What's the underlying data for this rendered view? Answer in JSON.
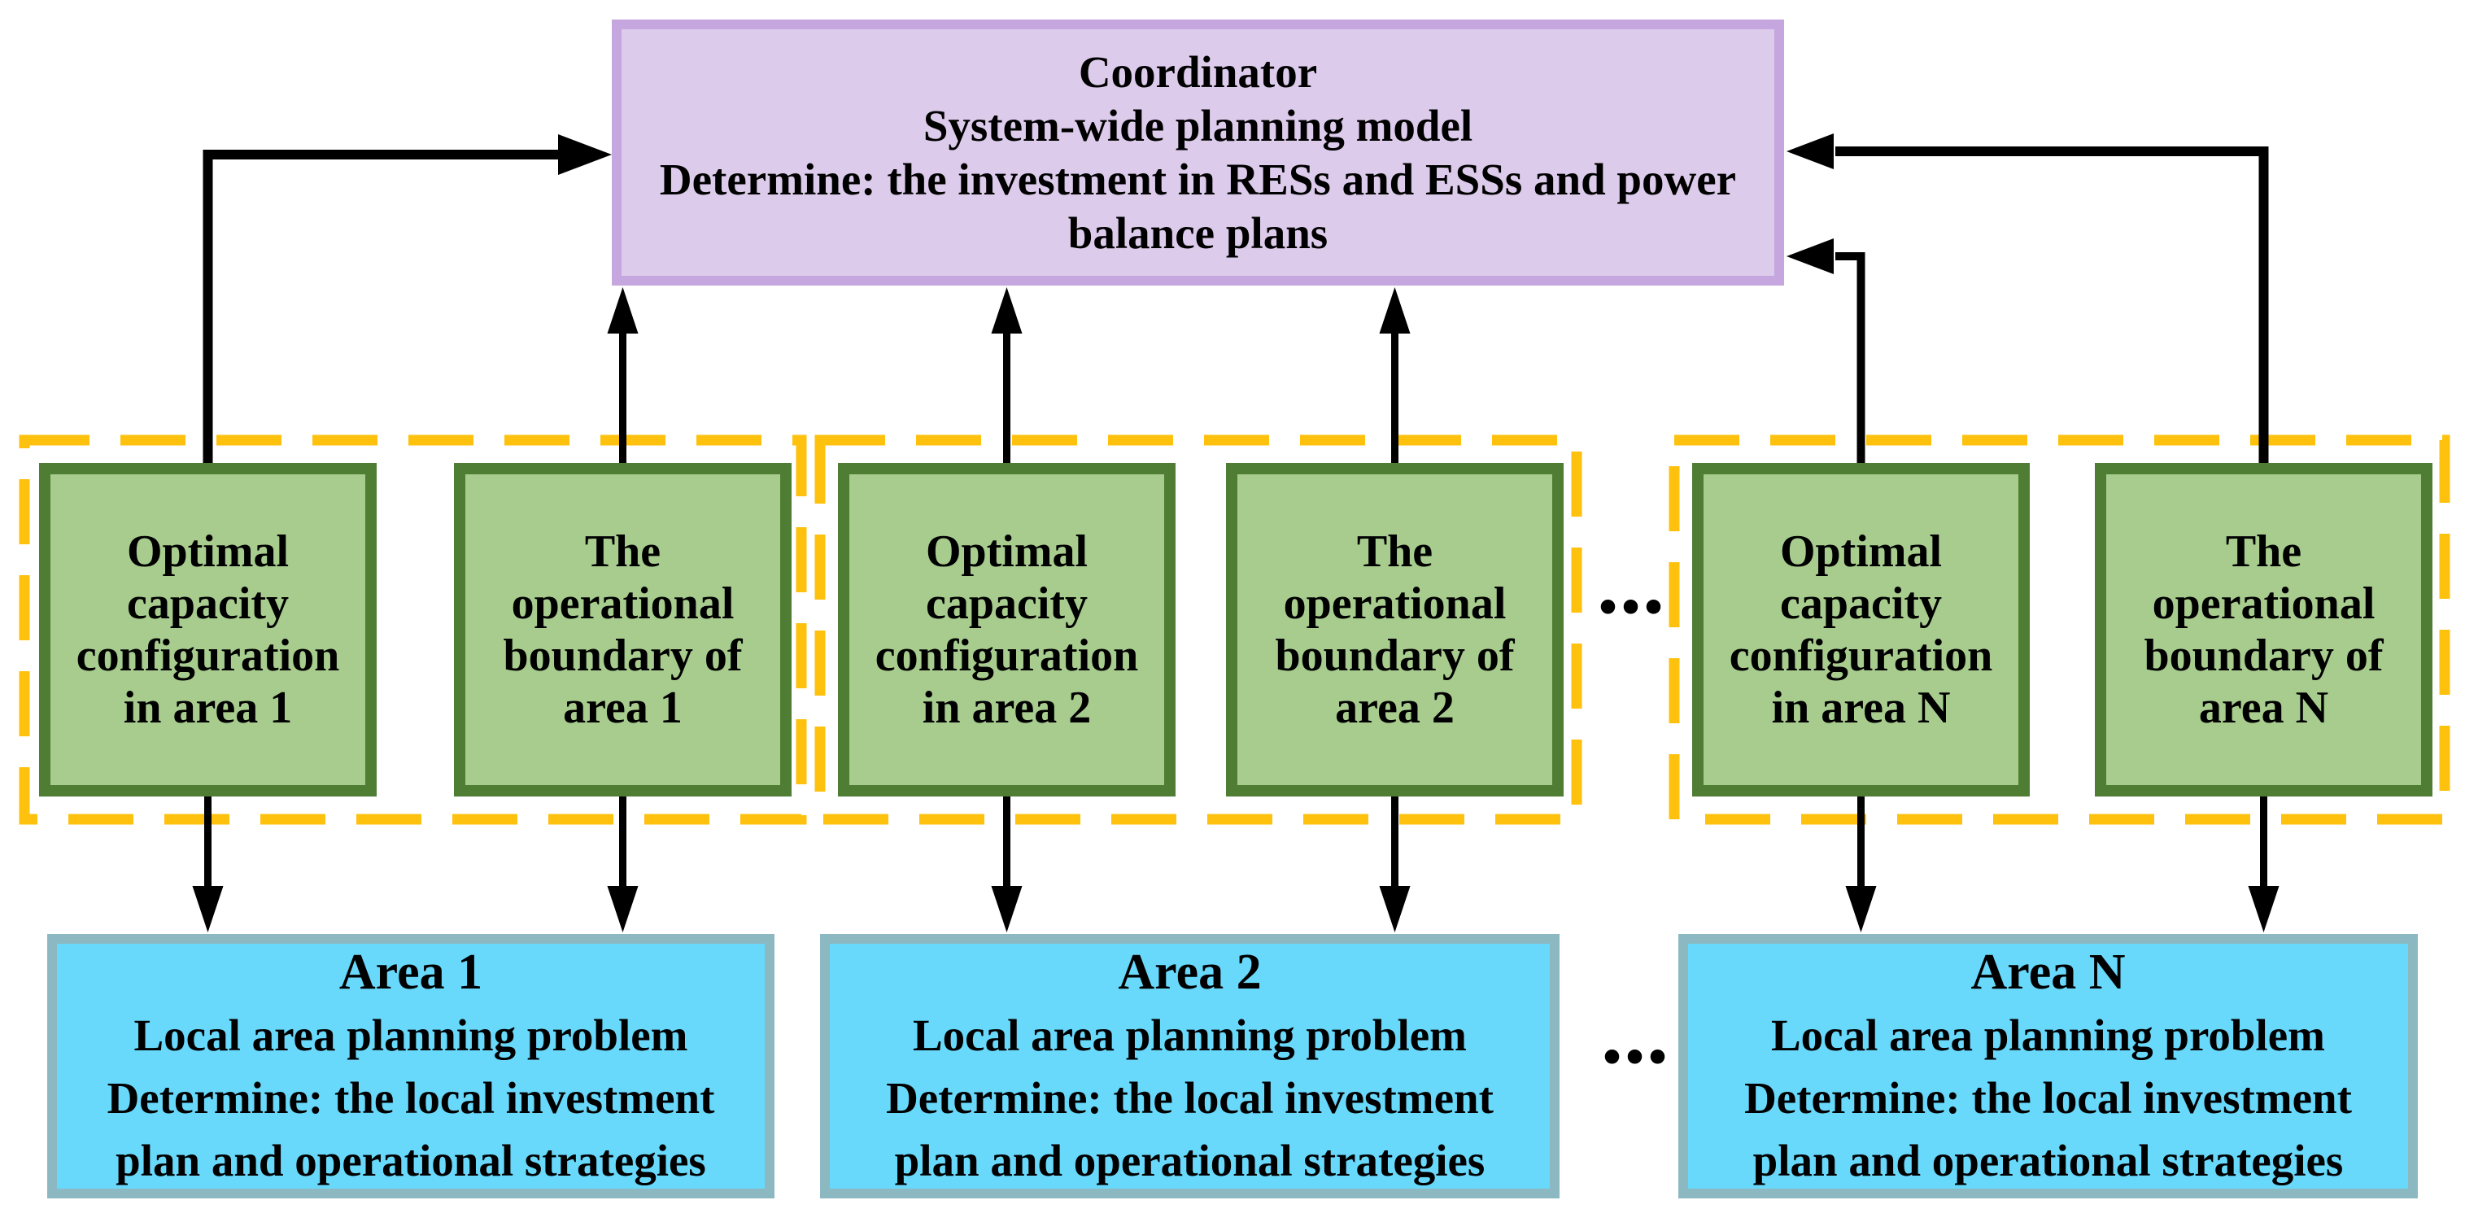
{
  "colors": {
    "purple_fill": "#dccbeb",
    "purple_border": "#c6a6de",
    "green_fill": "#a7cc8e",
    "green_border": "#4e7d33",
    "gold_dash": "#fdc10e",
    "cyan_fill": "#68d8fb",
    "cyan_border": "#8cb9c1",
    "arrow_black": "#000000"
  },
  "coordinator": {
    "text": "Coordinator\nSystem-wide planning model\nDetermine: the investment in RESs and ESSs and power\nbalance plans"
  },
  "groups": [
    {
      "capacity_box": "Optimal\ncapacity\nconfiguration\nin area 1",
      "boundary_box": "The\noperational\nboundary of\narea 1",
      "area_title": "Area 1",
      "area_body": "Local area planning problem\nDetermine: the local investment\nplan and operational strategies"
    },
    {
      "capacity_box": "Optimal\ncapacity\nconfiguration\nin area 2",
      "boundary_box": "The\noperational\nboundary of\narea 2",
      "area_title": "Area 2",
      "area_body": "Local area planning problem\nDetermine: the local investment\nplan and operational strategies"
    },
    {
      "capacity_box": "Optimal\ncapacity\nconfiguration\nin area N",
      "boundary_box": "The\noperational\nboundary of\narea N",
      "area_title": "Area N",
      "area_body": "Local area planning problem\nDetermine: the local investment\nplan and operational strategies"
    }
  ],
  "separators": {
    "middle": "...",
    "bottom": "..."
  }
}
